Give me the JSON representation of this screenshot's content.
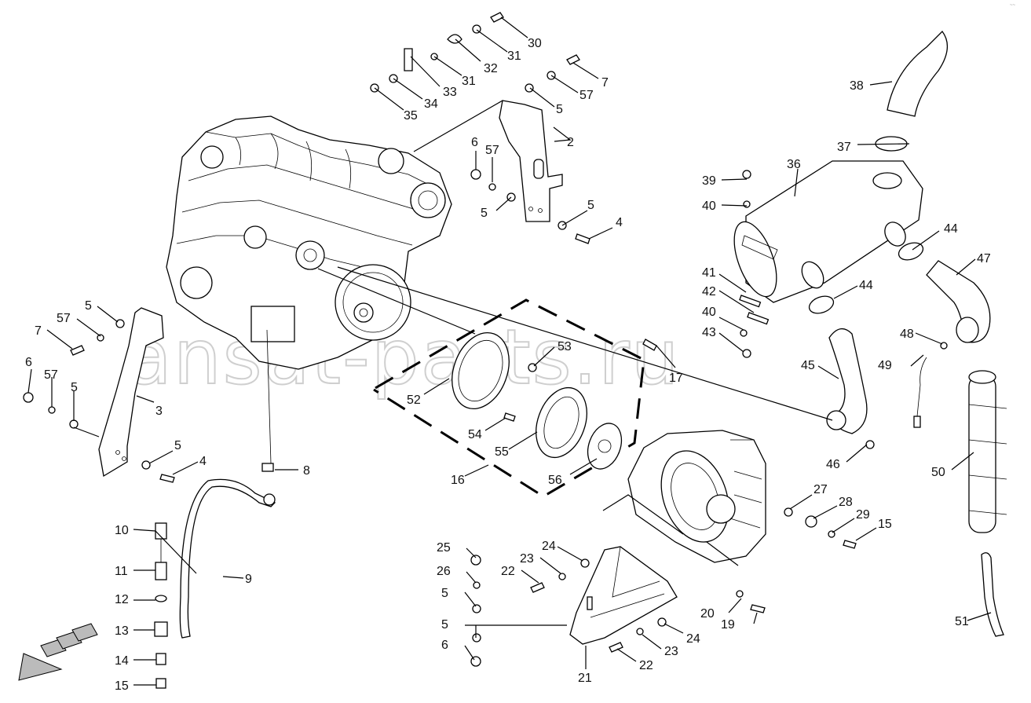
{
  "watermark": "ansat-parts.ru",
  "corner_mark": "~~",
  "callouts": [
    {
      "id": "c30",
      "text": "30"
    },
    {
      "id": "c31a",
      "text": "31"
    },
    {
      "id": "c32",
      "text": "32"
    },
    {
      "id": "c31b",
      "text": "31"
    },
    {
      "id": "c33",
      "text": "33"
    },
    {
      "id": "c34",
      "text": "34"
    },
    {
      "id": "c35",
      "text": "35"
    },
    {
      "id": "c7a",
      "text": "7"
    },
    {
      "id": "c57a",
      "text": "57"
    },
    {
      "id": "c5a",
      "text": "5"
    },
    {
      "id": "c2",
      "text": "2"
    },
    {
      "id": "c6a",
      "text": "6"
    },
    {
      "id": "c57b",
      "text": "57"
    },
    {
      "id": "c5b",
      "text": "5"
    },
    {
      "id": "c5c",
      "text": "5"
    },
    {
      "id": "c4a",
      "text": "4"
    },
    {
      "id": "c38",
      "text": "38"
    },
    {
      "id": "c37",
      "text": "37"
    },
    {
      "id": "c36",
      "text": "36"
    },
    {
      "id": "c39",
      "text": "39"
    },
    {
      "id": "c40a",
      "text": "40"
    },
    {
      "id": "c44a",
      "text": "44"
    },
    {
      "id": "c47",
      "text": "47"
    },
    {
      "id": "c41",
      "text": "41"
    },
    {
      "id": "c42",
      "text": "42"
    },
    {
      "id": "c44b",
      "text": "44"
    },
    {
      "id": "c40b",
      "text": "40"
    },
    {
      "id": "c43",
      "text": "43"
    },
    {
      "id": "c48",
      "text": "48"
    },
    {
      "id": "c45",
      "text": "45"
    },
    {
      "id": "c49",
      "text": "49"
    },
    {
      "id": "c46",
      "text": "46"
    },
    {
      "id": "c50",
      "text": "50"
    },
    {
      "id": "c5d",
      "text": "5"
    },
    {
      "id": "c57c",
      "text": "57"
    },
    {
      "id": "c7b",
      "text": "7"
    },
    {
      "id": "c6b",
      "text": "6"
    },
    {
      "id": "c57d",
      "text": "57"
    },
    {
      "id": "c5e",
      "text": "5"
    },
    {
      "id": "c3",
      "text": "3"
    },
    {
      "id": "c5f",
      "text": "5"
    },
    {
      "id": "c4b",
      "text": "4"
    },
    {
      "id": "c53",
      "text": "53"
    },
    {
      "id": "c17",
      "text": "17"
    },
    {
      "id": "c52",
      "text": "52"
    },
    {
      "id": "c54",
      "text": "54"
    },
    {
      "id": "c55",
      "text": "55"
    },
    {
      "id": "c56",
      "text": "56"
    },
    {
      "id": "c16",
      "text": "16"
    },
    {
      "id": "c8",
      "text": "8"
    },
    {
      "id": "c9",
      "text": "9"
    },
    {
      "id": "c10",
      "text": "10"
    },
    {
      "id": "c11",
      "text": "11"
    },
    {
      "id": "c12",
      "text": "12"
    },
    {
      "id": "c13",
      "text": "13"
    },
    {
      "id": "c14",
      "text": "14"
    },
    {
      "id": "c15a",
      "text": "15"
    },
    {
      "id": "c27",
      "text": "27"
    },
    {
      "id": "c28",
      "text": "28"
    },
    {
      "id": "c29",
      "text": "29"
    },
    {
      "id": "c15b",
      "text": "15"
    },
    {
      "id": "c25",
      "text": "25"
    },
    {
      "id": "c26",
      "text": "26"
    },
    {
      "id": "c5g",
      "text": "5"
    },
    {
      "id": "c5h",
      "text": "5"
    },
    {
      "id": "c6c",
      "text": "6"
    },
    {
      "id": "c24a",
      "text": "24"
    },
    {
      "id": "c23a",
      "text": "23"
    },
    {
      "id": "c22a",
      "text": "22"
    },
    {
      "id": "c20",
      "text": "20"
    },
    {
      "id": "c19",
      "text": "19"
    },
    {
      "id": "c24b",
      "text": "24"
    },
    {
      "id": "c23b",
      "text": "23"
    },
    {
      "id": "c22b",
      "text": "22"
    },
    {
      "id": "c21",
      "text": "21"
    },
    {
      "id": "c51",
      "text": "51"
    }
  ]
}
